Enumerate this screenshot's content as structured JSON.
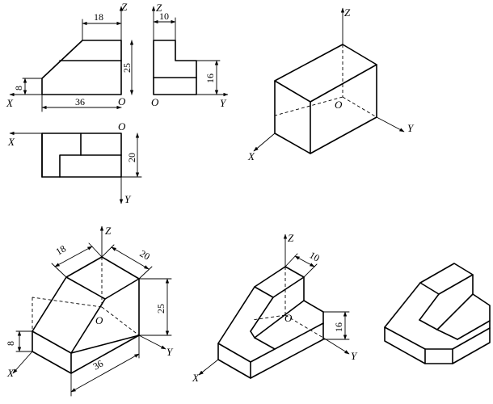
{
  "axes": {
    "x": "X",
    "y": "Y",
    "z": "Z",
    "origin": "O"
  },
  "front_view": {
    "top_width": "18",
    "height": "25",
    "bottom_width": "36",
    "chamfer_height": "8"
  },
  "side_view": {
    "top_width": "10",
    "step_height": "16"
  },
  "top_view": {
    "depth": "20"
  },
  "iso_final": {
    "top_width": "18",
    "depth": "20",
    "height": "25",
    "length": "36",
    "chamfer_height": "8"
  },
  "iso_step": {
    "slot_width": "10",
    "step_height": "16"
  }
}
